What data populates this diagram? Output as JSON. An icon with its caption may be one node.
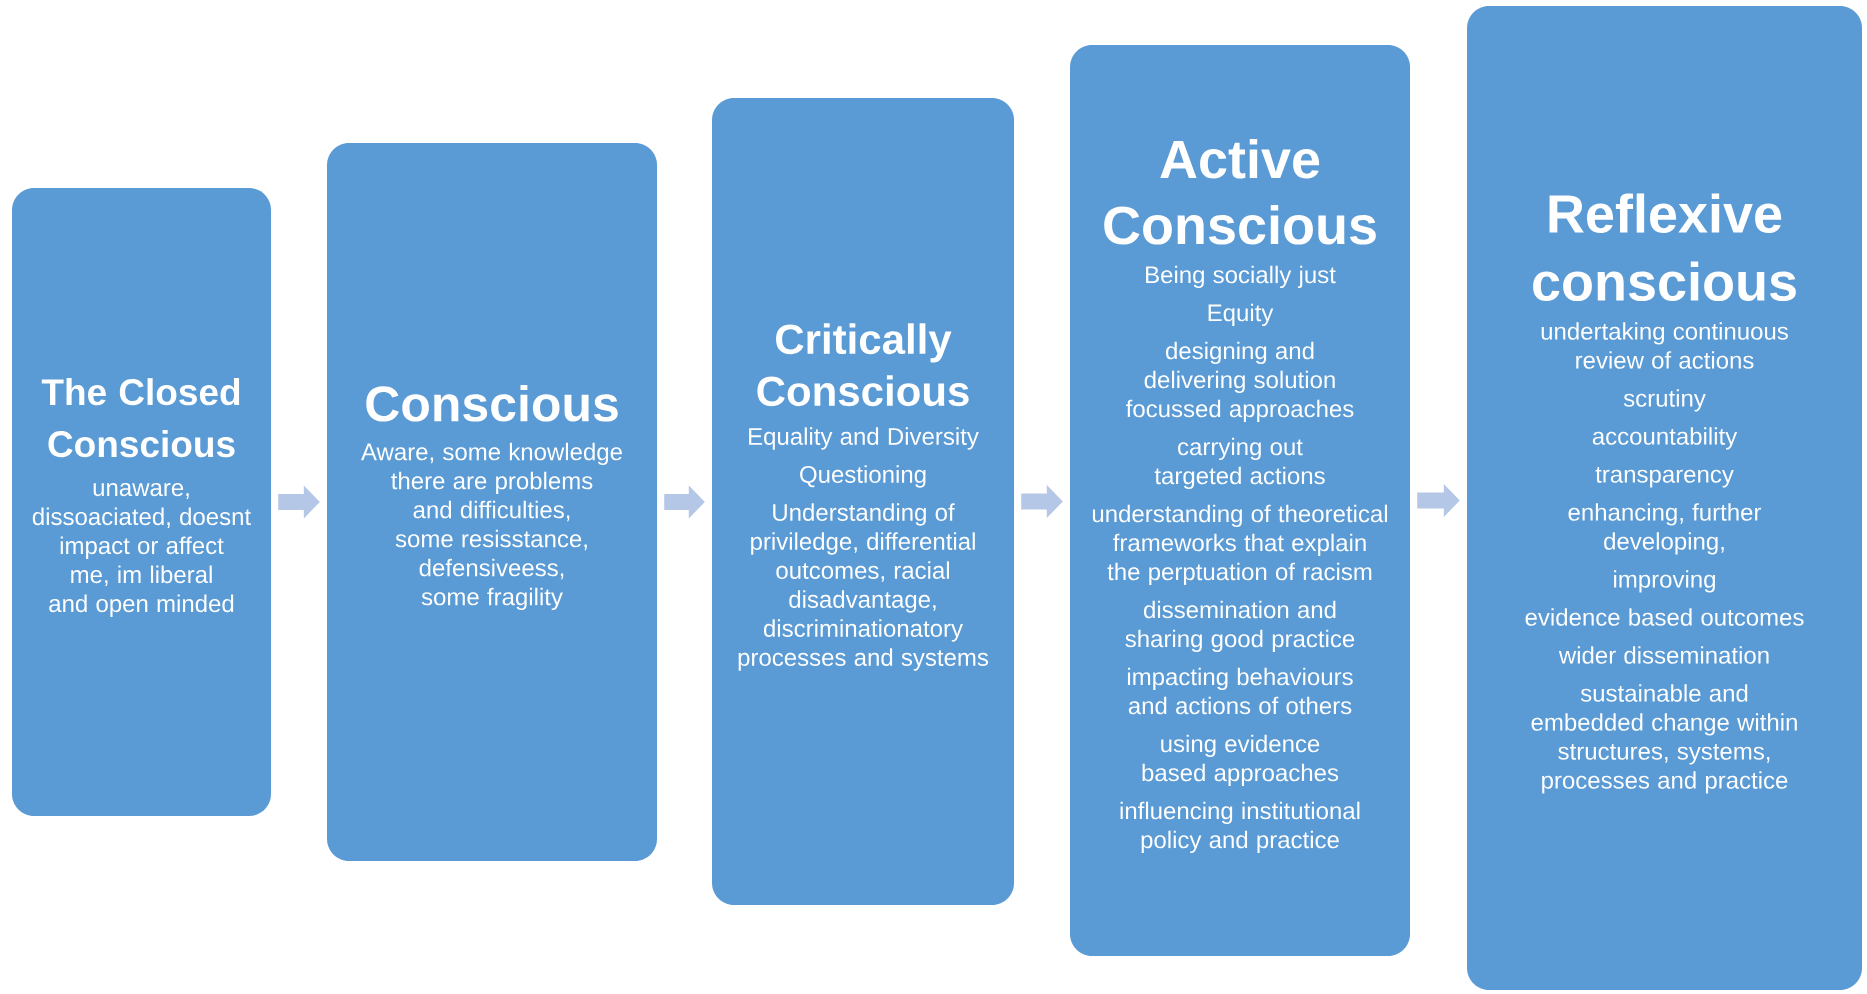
{
  "diagram": {
    "nodes": [
      {
        "text": [
          "The Closed Conscious",
          "unaware, dissoaciated, doesnt impact or affect me, im liberal and open minded"
        ]
      },
      {
        "text": [
          "Conscious",
          "Aware, some knowledge there are problems and difficulties, some resisstance, defensiveess, some fragility"
        ]
      },
      {
        "text": [
          "Critically Conscious",
          "Equality and Diversity",
          "Questioning",
          "Understanding of priviledge, differential outcomes, racial disadvantage, discriminationatory processes  and systems"
        ]
      },
      {
        "text": [
          "Active Conscious",
          "Being socially just",
          "Equity",
          "designing and delivering solution focussed approaches",
          "carrying out targeted actions",
          "understanding of theoretical frameworks that explain the perptuation of racism",
          "dissemination and sharing good practice",
          "impacting behaviours and actions of others",
          "using evidence based approaches",
          "influencing institutional policy and practice"
        ]
      },
      {
        "text": [
          "Reflexive conscious",
          "undertaking continuous review of actions",
          "scrutiny",
          "accountability",
          "transparency",
          "enhancing, further developing,",
          "improving",
          "evidence based outcomes",
          "wider dissemination",
          "sustainable and embedded change within structures, systems, processes and practice"
        ]
      }
    ],
    "edges": [
      {
        "from": 0,
        "to": 1,
        "arrow": "to"
      },
      {
        "from": 1,
        "to": 2,
        "arrow": "to"
      },
      {
        "from": 2,
        "to": 3,
        "arrow": "to"
      },
      {
        "from": 3,
        "to": 4,
        "arrow": "to"
      }
    ]
  }
}
